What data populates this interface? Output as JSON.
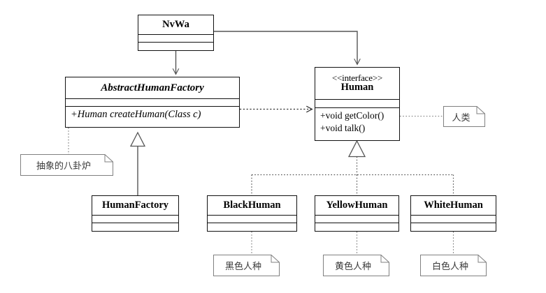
{
  "diagram": {
    "title": "Abstract Factory / Factory Method UML class diagram",
    "background": "#ffffff",
    "line_color": "#555555",
    "box_border": "#111111",
    "note_border": "#808080",
    "note_text_color": "#3a3a3a"
  },
  "classes": {
    "nvwa": {
      "name": "NvWa",
      "stereotype": "",
      "attributes": [],
      "operations": []
    },
    "abstract_human_factory": {
      "name": "AbstractHumanFactory",
      "stereotype": "",
      "italic": true,
      "attributes": [],
      "operations": [
        "+Human createHuman(Class c)"
      ]
    },
    "human": {
      "name": "Human",
      "stereotype": "<<interface>>",
      "attributes": [],
      "operations": [
        "+void getColor()",
        "+void talk()"
      ]
    },
    "human_factory": {
      "name": "HumanFactory",
      "stereotype": "",
      "attributes": [],
      "operations": []
    },
    "black_human": {
      "name": "BlackHuman",
      "stereotype": "",
      "attributes": [],
      "operations": []
    },
    "yellow_human": {
      "name": "YellowHuman",
      "stereotype": "",
      "attributes": [],
      "operations": []
    },
    "white_human": {
      "name": "WhiteHuman",
      "stereotype": "",
      "attributes": [],
      "operations": []
    }
  },
  "notes": {
    "human_note": "人类",
    "abstract_factory_note": "抽象的八卦炉",
    "black_note": "黑色人种",
    "yellow_note": "黄色人种",
    "white_note": "白色人种"
  },
  "relations": [
    {
      "from": "NvWa",
      "to": "AbstractHumanFactory",
      "type": "association"
    },
    {
      "from": "NvWa",
      "to": "Human",
      "type": "association"
    },
    {
      "from": "AbstractHumanFactory",
      "to": "Human",
      "type": "dependency"
    },
    {
      "from": "HumanFactory",
      "to": "AbstractHumanFactory",
      "type": "generalization"
    },
    {
      "from": "BlackHuman",
      "to": "Human",
      "type": "realization"
    },
    {
      "from": "YellowHuman",
      "to": "Human",
      "type": "realization"
    },
    {
      "from": "WhiteHuman",
      "to": "Human",
      "type": "realization"
    },
    {
      "from": "AbstractHumanFactory",
      "to": "abstract_factory_note",
      "type": "note-anchor"
    },
    {
      "from": "Human",
      "to": "human_note",
      "type": "note-anchor"
    },
    {
      "from": "BlackHuman",
      "to": "black_note",
      "type": "note-anchor"
    },
    {
      "from": "YellowHuman",
      "to": "yellow_note",
      "type": "note-anchor"
    },
    {
      "from": "WhiteHuman",
      "to": "white_note",
      "type": "note-anchor"
    }
  ]
}
